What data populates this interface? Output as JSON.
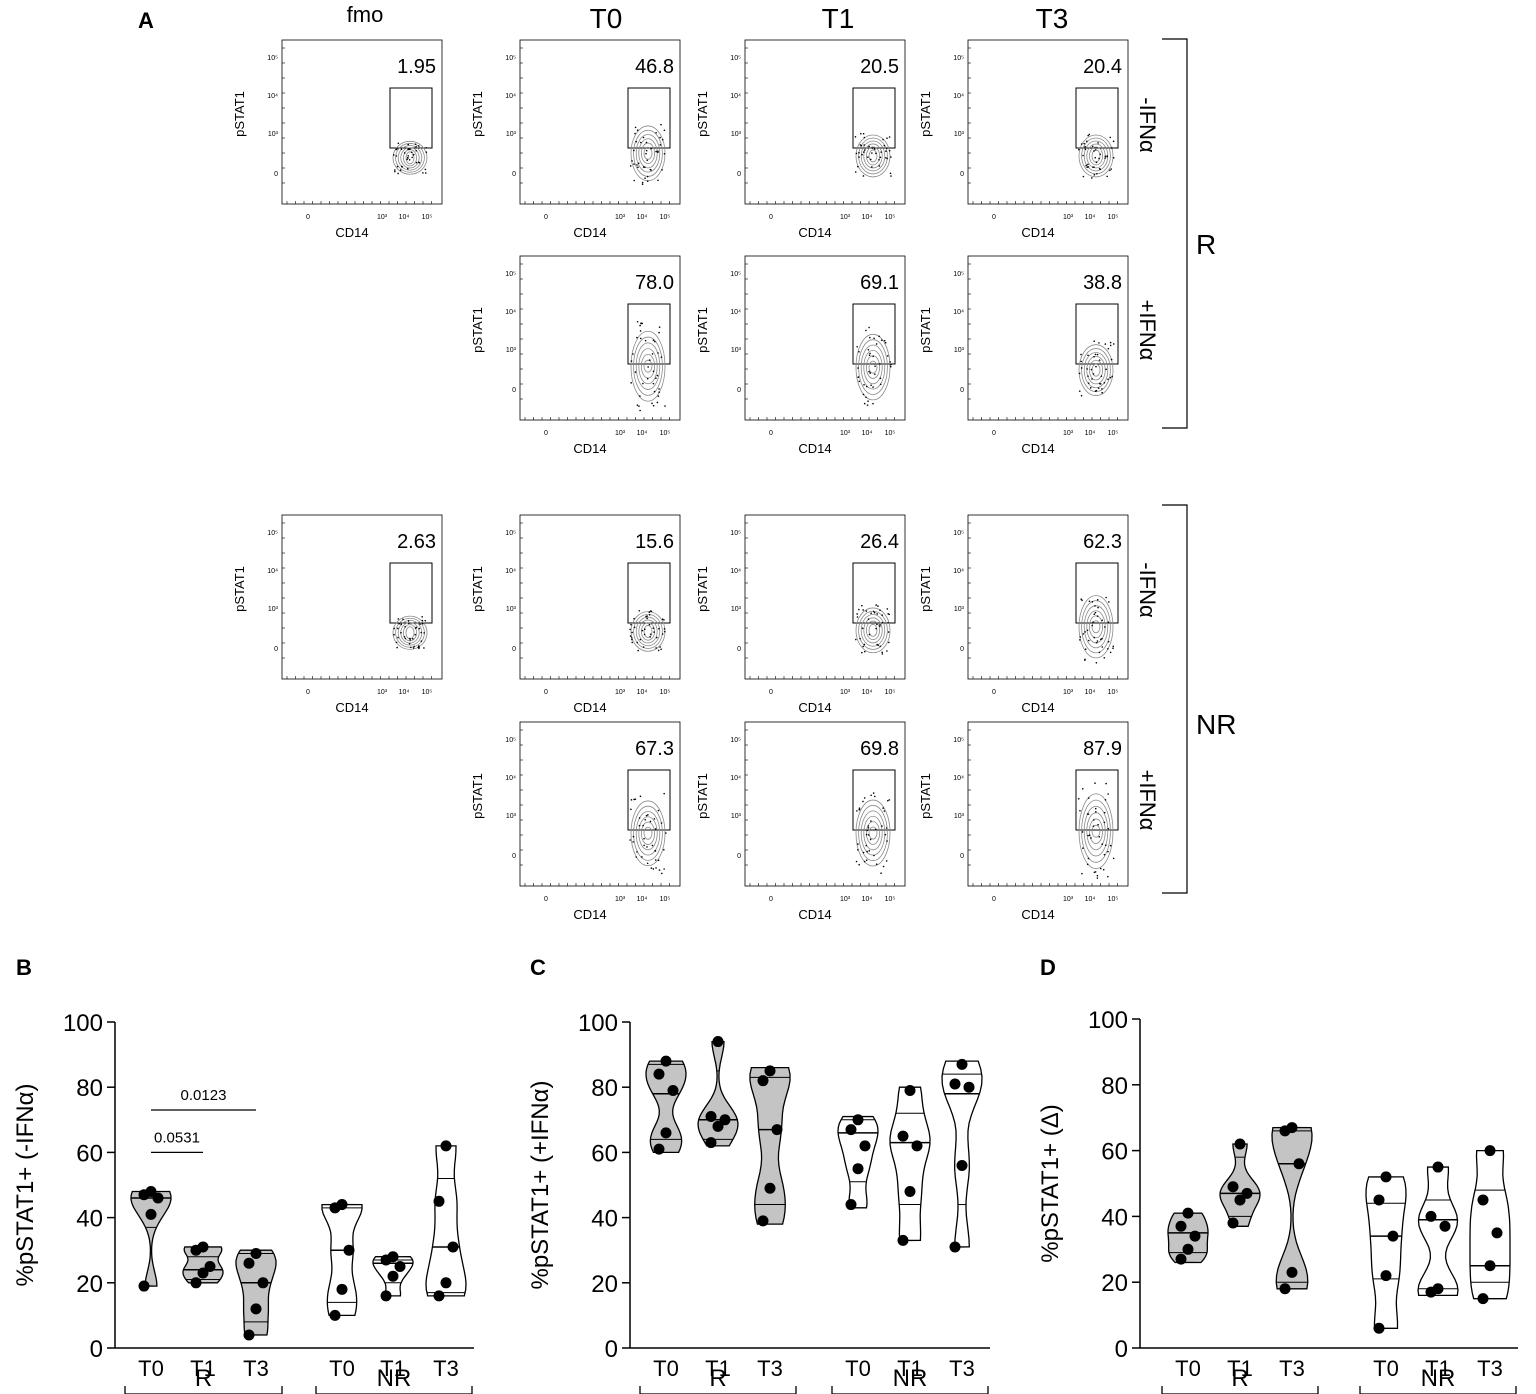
{
  "panel_labels": {
    "A": "A",
    "B": "B",
    "C": "C",
    "D": "D"
  },
  "columns": [
    "fmo",
    "T0",
    "T1",
    "T3"
  ],
  "groups": [
    "R",
    "NR"
  ],
  "conditions": [
    "-IFNα",
    "+IFNα"
  ],
  "flow": {
    "x_axis_label": "CD14",
    "y_axis_label": "pSTAT1",
    "x_ticks": [
      "0",
      "10³",
      "10⁴",
      "10⁵"
    ],
    "y_ticks": [
      "0",
      "10³",
      "10⁴",
      "10⁵"
    ],
    "gates": [
      {
        "group": "R",
        "condition": "-IFNα",
        "column": "fmo",
        "value": "1.95"
      },
      {
        "group": "R",
        "condition": "-IFNα",
        "column": "T0",
        "value": "46.8"
      },
      {
        "group": "R",
        "condition": "-IFNα",
        "column": "T1",
        "value": "20.5"
      },
      {
        "group": "R",
        "condition": "-IFNα",
        "column": "T3",
        "value": "20.4"
      },
      {
        "group": "R",
        "condition": "+IFNα",
        "column": "T0",
        "value": "78.0"
      },
      {
        "group": "R",
        "condition": "+IFNα",
        "column": "T1",
        "value": "69.1"
      },
      {
        "group": "R",
        "condition": "+IFNα",
        "column": "T3",
        "value": "38.8"
      },
      {
        "group": "NR",
        "condition": "-IFNα",
        "column": "fmo",
        "value": "2.63"
      },
      {
        "group": "NR",
        "condition": "-IFNα",
        "column": "T0",
        "value": "15.6"
      },
      {
        "group": "NR",
        "condition": "-IFNα",
        "column": "T1",
        "value": "26.4"
      },
      {
        "group": "NR",
        "condition": "-IFNα",
        "column": "T3",
        "value": "62.3"
      },
      {
        "group": "NR",
        "condition": "+IFNα",
        "column": "T0",
        "value": "67.3"
      },
      {
        "group": "NR",
        "condition": "+IFNα",
        "column": "T1",
        "value": "69.8"
      },
      {
        "group": "NR",
        "condition": "+IFNα",
        "column": "T3",
        "value": "87.9"
      }
    ]
  },
  "chart_data": [
    {
      "panel": "B",
      "type": "violin",
      "ylabel": "%pSTAT1+ (-IFNα)",
      "ylim": [
        0,
        100
      ],
      "yticks": [
        "0",
        "20",
        "40",
        "60",
        "80",
        "100"
      ],
      "categories": [
        "T0",
        "T1",
        "T3",
        "T0",
        "T1",
        "T3"
      ],
      "groups": [
        {
          "name": "R",
          "categories": [
            0,
            1,
            2
          ]
        },
        {
          "name": "NR",
          "categories": [
            3,
            4,
            5
          ]
        }
      ],
      "series": [
        {
          "category": "T0",
          "group": "R",
          "fill": "gray",
          "min": 19,
          "max": 48,
          "quartiles": [
            37,
            46,
            48
          ],
          "points": [
            19,
            41,
            46,
            47,
            48
          ]
        },
        {
          "category": "T1",
          "group": "R",
          "fill": "gray",
          "min": 20,
          "max": 31,
          "quartiles": [
            21,
            24,
            28
          ],
          "points": [
            20,
            23,
            25,
            30,
            31
          ]
        },
        {
          "category": "T3",
          "group": "R",
          "fill": "gray",
          "min": 4,
          "max": 30,
          "quartiles": [
            8,
            20,
            29
          ],
          "points": [
            4,
            12,
            20,
            26,
            29
          ]
        },
        {
          "category": "T0",
          "group": "NR",
          "fill": "white",
          "min": 10,
          "max": 44,
          "quartiles": [
            14,
            30,
            43
          ],
          "points": [
            10,
            18,
            30,
            43,
            44
          ]
        },
        {
          "category": "T1",
          "group": "NR",
          "fill": "white",
          "min": 16,
          "max": 28,
          "quartiles": [
            20,
            26,
            27
          ],
          "points": [
            16,
            22,
            25,
            27,
            28
          ]
        },
        {
          "category": "T3",
          "group": "NR",
          "fill": "white",
          "min": 16,
          "max": 62,
          "quartiles": [
            17,
            31,
            52
          ],
          "points": [
            16,
            20,
            31,
            45,
            62
          ]
        }
      ],
      "annotations": [
        {
          "from": 0,
          "to": 1,
          "label": "0.0531",
          "y": 60
        },
        {
          "from": 0,
          "to": 2,
          "label": "0.0123",
          "y": 73
        }
      ]
    },
    {
      "panel": "C",
      "type": "violin",
      "ylabel": "%pSTAT1+ (+IFNα)",
      "ylim": [
        0,
        100
      ],
      "yticks": [
        "0",
        "20",
        "40",
        "60",
        "80",
        "100"
      ],
      "categories": [
        "T0",
        "T1",
        "T3",
        "T0",
        "T1",
        "T3"
      ],
      "groups": [
        {
          "name": "R",
          "categories": [
            0,
            1,
            2
          ]
        },
        {
          "name": "NR",
          "categories": [
            3,
            4,
            5
          ]
        }
      ],
      "series": [
        {
          "category": "T0",
          "group": "R",
          "fill": "gray",
          "min": 60,
          "max": 88,
          "quartiles": [
            64,
            78,
            87
          ],
          "points": [
            61,
            66,
            79,
            84,
            88
          ]
        },
        {
          "category": "T1",
          "group": "R",
          "fill": "gray",
          "min": 62,
          "max": 94,
          "quartiles": [
            64,
            70,
            85
          ],
          "points": [
            63,
            68,
            70,
            71,
            94
          ]
        },
        {
          "category": "T3",
          "group": "R",
          "fill": "gray",
          "min": 38,
          "max": 86,
          "quartiles": [
            44,
            67,
            83
          ],
          "points": [
            39,
            49,
            67,
            82,
            85
          ]
        },
        {
          "category": "T0",
          "group": "NR",
          "fill": "white",
          "min": 43,
          "max": 71,
          "quartiles": [
            51,
            66,
            70
          ],
          "points": [
            44,
            55,
            62,
            67,
            70
          ]
        },
        {
          "category": "T1",
          "group": "NR",
          "fill": "white",
          "min": 33,
          "max": 80,
          "quartiles": [
            44,
            63,
            72
          ],
          "points": [
            33,
            48,
            62,
            65,
            79
          ]
        },
        {
          "category": "T3",
          "group": "NR",
          "fill": "white",
          "min": 31,
          "max": 88,
          "quartiles": [
            44,
            78,
            84
          ],
          "points": [
            31,
            56,
            80,
            81,
            87
          ]
        }
      ]
    },
    {
      "panel": "D",
      "type": "violin",
      "ylabel": "%pSTAT1+ (Δ)",
      "ylim": [
        0,
        100
      ],
      "yticks": [
        "0",
        "20",
        "40",
        "60",
        "80",
        "100"
      ],
      "categories": [
        "T0",
        "T1",
        "T3",
        "T0",
        "T1",
        "T3"
      ],
      "groups": [
        {
          "name": "R",
          "categories": [
            0,
            1,
            2
          ]
        },
        {
          "name": "NR",
          "categories": [
            3,
            4,
            5
          ]
        }
      ],
      "series": [
        {
          "category": "T0",
          "group": "R",
          "fill": "gray",
          "min": 26,
          "max": 41,
          "quartiles": [
            29,
            35,
            41
          ],
          "points": [
            27,
            30,
            34,
            37,
            41
          ]
        },
        {
          "category": "T1",
          "group": "R",
          "fill": "gray",
          "min": 37,
          "max": 62,
          "quartiles": [
            40,
            47,
            58
          ],
          "points": [
            38,
            45,
            47,
            49,
            62
          ]
        },
        {
          "category": "T3",
          "group": "R",
          "fill": "gray",
          "min": 18,
          "max": 67,
          "quartiles": [
            20,
            56,
            66
          ],
          "points": [
            18,
            23,
            56,
            66,
            67
          ]
        },
        {
          "category": "T0",
          "group": "NR",
          "fill": "white",
          "min": 6,
          "max": 52,
          "quartiles": [
            21,
            34,
            44
          ],
          "points": [
            6,
            22,
            34,
            45,
            52
          ]
        },
        {
          "category": "T1",
          "group": "NR",
          "fill": "white",
          "min": 16,
          "max": 55,
          "quartiles": [
            18,
            39,
            45
          ],
          "points": [
            17,
            18,
            37,
            40,
            55
          ]
        },
        {
          "category": "T3",
          "group": "NR",
          "fill": "white",
          "min": 15,
          "max": 60,
          "quartiles": [
            20,
            25,
            48
          ],
          "points": [
            15,
            25,
            35,
            45,
            60
          ]
        }
      ]
    }
  ]
}
